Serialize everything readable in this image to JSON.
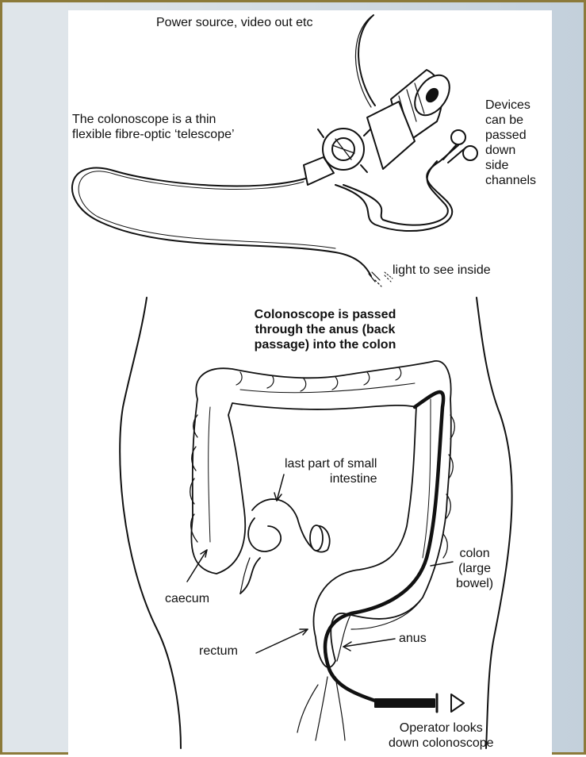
{
  "labels": {
    "power": "Power source, video out etc",
    "colonoscope_desc": "The colonoscope is a thin\nflexible fibre-optic ‘telescope’",
    "devices": "Devices\ncan be\npassed\ndown\nside\nchannels",
    "light": "light to see inside",
    "passed_through": "Colonoscope is passed\nthrough the anus (back\npassage) into the colon",
    "small_intestine": "last part of small\nintestine",
    "colon": "colon\n(large\nbowel)",
    "caecum": "caecum",
    "rectum": "rectum",
    "anus": "anus",
    "operator": "Operator looks\ndown colonoscope"
  },
  "colors": {
    "frame_border": "#8c7a3a",
    "background": "#c3d0db",
    "ink": "#111111"
  }
}
